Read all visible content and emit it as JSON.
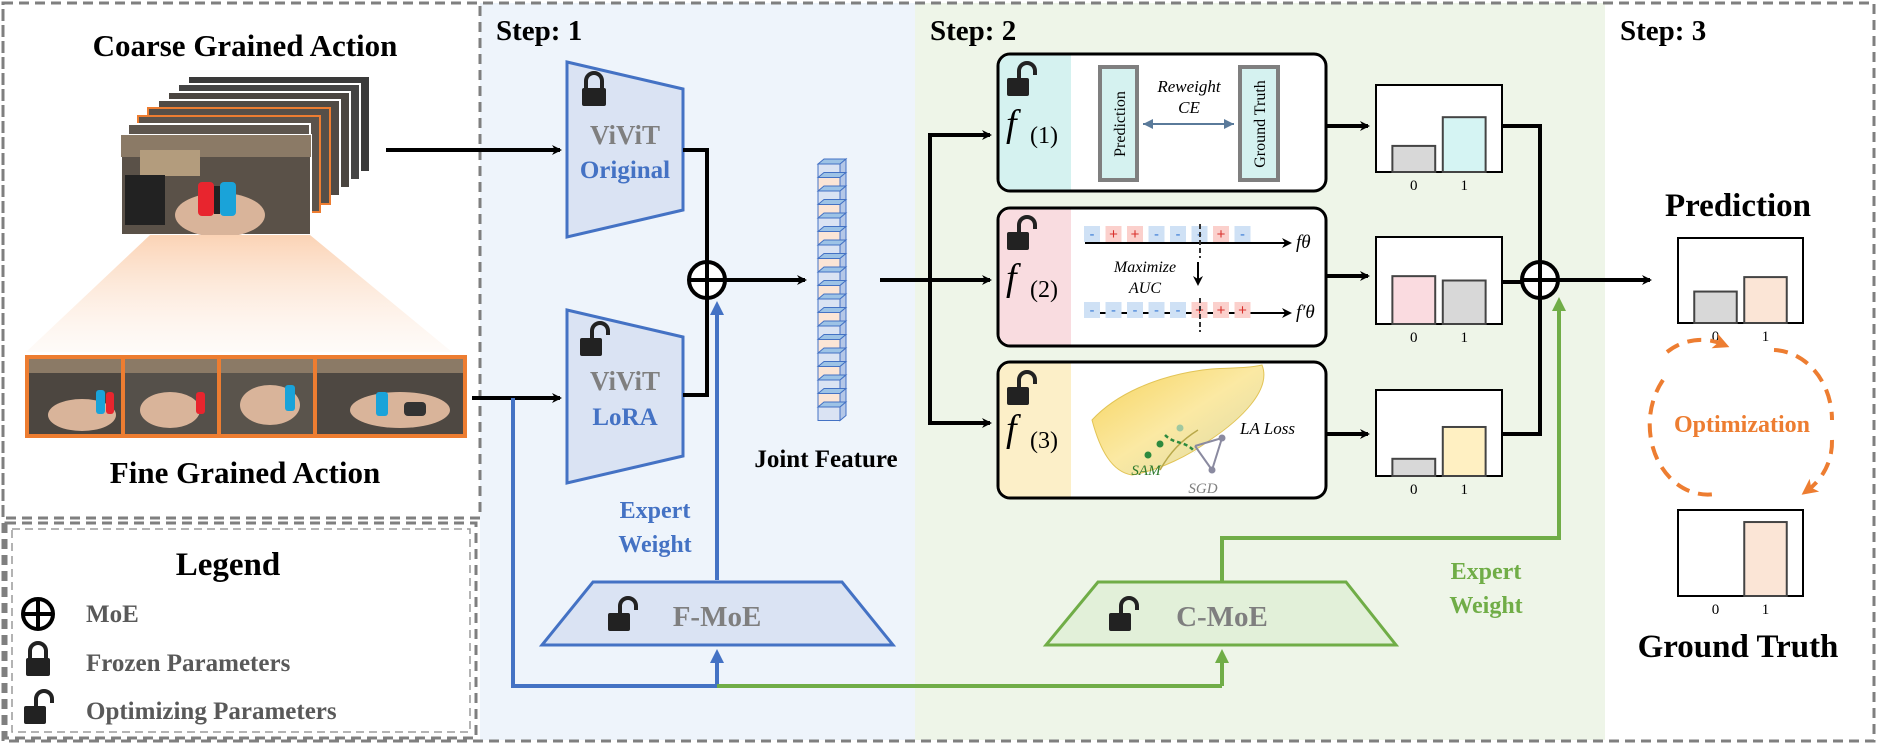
{
  "steps": {
    "step1": "Step: 1",
    "step2": "Step: 2",
    "step3": "Step: 3"
  },
  "input": {
    "coarse_title": "Coarse Grained Action",
    "fine_title": "Fine Grained Action"
  },
  "encoders": {
    "original_name": "ViViT",
    "original_sub": "Original",
    "lora_name": "ViViT",
    "lora_sub": "LoRA"
  },
  "joint_feature_label": "Joint Feature",
  "expert_weight_f": [
    "Expert",
    "Weight"
  ],
  "expert_weight_c": [
    "Expert",
    "Weight"
  ],
  "fmoe_label": "F-MoE",
  "cmoe_label": "C-MoE",
  "heads": {
    "f1_sub": "(1)",
    "f2_sub": "(2)",
    "f3_sub": "(3)",
    "f_letter": "f",
    "f1_prediction": "Prediction",
    "f1_ground_truth": "Ground Truth",
    "f1_loss": [
      "Reweight",
      "CE"
    ],
    "f2_signs_top": [
      "-",
      "+",
      "+",
      "-",
      "-",
      "-",
      "+",
      "-"
    ],
    "f2_signs_bottom": [
      "-",
      "-",
      "-",
      "-",
      "-",
      "+",
      "+",
      "+"
    ],
    "f2_label_top": "fθ",
    "f2_label_bottom": "f′θ",
    "f2_method": [
      "Maximize",
      "AUC"
    ],
    "f3_loss": "LA Loss",
    "f3_sam": "SAM",
    "f3_sgd": "SGD"
  },
  "outputs": {
    "prediction_title": "Prediction",
    "ground_truth_title": "Ground Truth",
    "optimization": "Optimization",
    "tick0": "0",
    "tick1": "1"
  },
  "legend": {
    "title": "Legend",
    "moe": "MoE",
    "frozen": "Frozen Parameters",
    "optimizing": "Optimizing Parameters"
  },
  "colors": {
    "blue": "#4472c4",
    "green": "#70ad47",
    "orange": "#ed7d31",
    "bg_step1": "#eef4fb",
    "bg_step2": "#eef5e8",
    "head1": "#d5f2f0",
    "head2": "#f9dce0",
    "head3": "#fcefc8",
    "bar_gray": "#d8d8d8",
    "bar_teal": "#d5f4f3",
    "bar_pink": "#fadbe0",
    "bar_yellow": "#fff0c2",
    "bar_peach": "#fbe5d6"
  },
  "chart_data": [
    {
      "type": "bar",
      "name": "",
      "categories": [
        "0",
        "1"
      ],
      "values": [
        0.3,
        0.63
      ]
    },
    {
      "type": "bar",
      "name": "",
      "categories": [
        "0",
        "1"
      ],
      "values": [
        0.55,
        0.5
      ]
    },
    {
      "type": "bar",
      "name": "",
      "categories": [
        "0",
        "1"
      ],
      "values": [
        0.2,
        0.57
      ]
    },
    {
      "type": "bar",
      "name": "",
      "categories": [
        "0",
        "1"
      ],
      "values": [
        0.37,
        0.54
      ]
    },
    {
      "type": "bar",
      "name": "",
      "categories": [
        "0",
        "1"
      ],
      "values": [
        0.0,
        0.86
      ]
    }
  ]
}
